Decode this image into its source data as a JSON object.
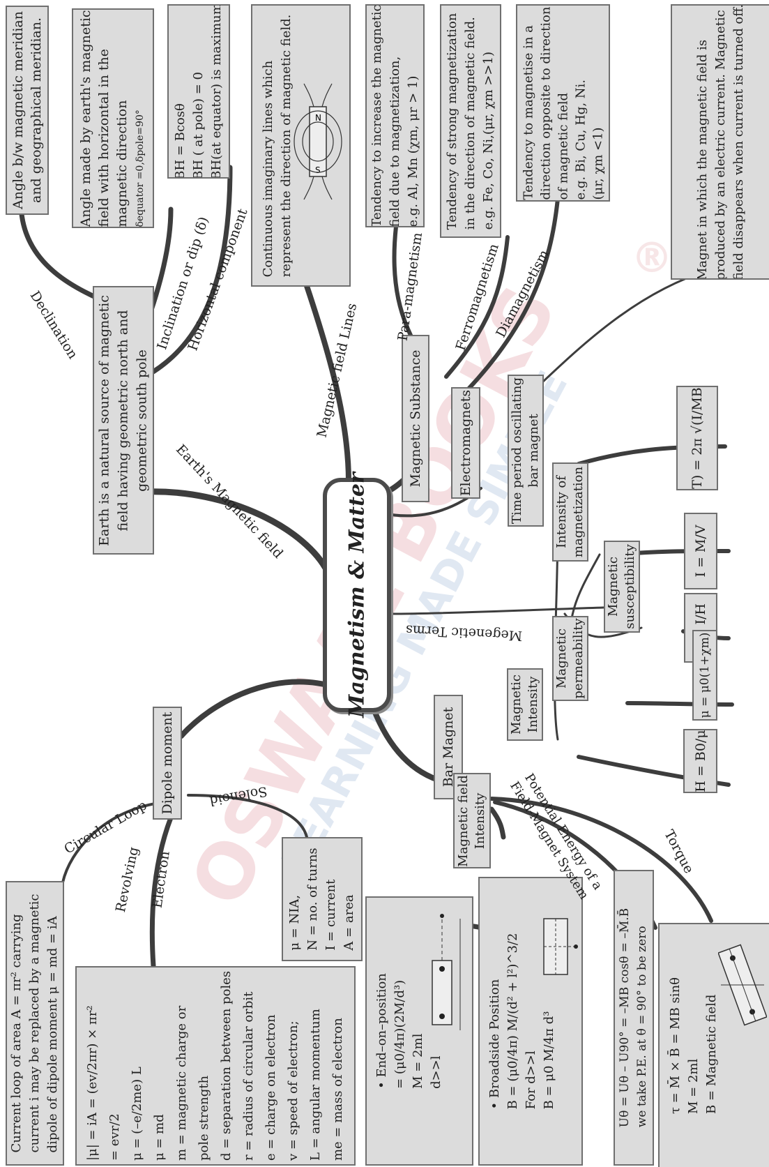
{
  "title": "Magnetism & Matter",
  "watermark": {
    "line1": "OSWAAL BOOKS",
    "line2": "LEARNING MADE SIMPLE",
    "reg": "®"
  },
  "branches": {
    "earth": "Earth's Magnetic field",
    "field_lines": "Magnetic field Lines",
    "substance": "Magnetic Substance",
    "electromagnets": "Electromagnets",
    "terms": "Megenetic Terms",
    "bar": "Bar Magnet",
    "dipole": "Dipole moment"
  },
  "earth": {
    "box": [
      "Earth is a natural source of magnetic",
      "field having geometric north and",
      "geometric south pole"
    ],
    "declination_label": "Declination",
    "declination_box": [
      "Angle b/w magnetic meridian",
      "and geographical meridian."
    ],
    "dip_label": "Inclination or dip (δ)",
    "dip_box": [
      "Angle made by earth's magnetic",
      "field with horizontal in the",
      "magnetic direction"
    ],
    "dip_sub": "δequator =0,δpole=90°",
    "horizontal_label": "Horizontal component",
    "horizontal_box": [
      "BH = Bcosθ",
      "BH ( at pole) = 0",
      "BH(at equator) is maximum"
    ]
  },
  "field_lines_box": [
    "Continuous  imaginary lines which",
    "represent the direction of magnetic field."
  ],
  "substance": {
    "para_label": "Para-magnetism",
    "para_box": [
      "Tendency to increase the magnetic",
      "field due to magnetization,",
      "e.g. Al, Mn (χm, μr > 1)"
    ],
    "ferro_label": "Ferromagnetism",
    "ferro_box": [
      "Tendency of strong magnetization",
      "in the direction of magnetic field.",
      "e.g. Fe, Co, Ni,(μr, χm >>1)"
    ],
    "dia_label": "Diamagnetism",
    "dia_box": [
      "Tendency to magnetise in a",
      "direction opposite to direction",
      "of magnetic field",
      "e.g. Bi, Cu, Hg, Ni.",
      "(μr, χm <1)"
    ]
  },
  "electromagnet_box": [
    "Magnet in which the magnetic field is",
    "produced by an electric current. Magnetic",
    "field disappears when current is turned off."
  ],
  "terms": {
    "time_period": [
      "Time period oscillating",
      "bar magnet"
    ],
    "time_formula": "(T) = 2π √(I/MB)",
    "intensity_mag": [
      "Intensity of",
      "magnetization"
    ],
    "intensity_formula": "I = M/V",
    "susceptibility": [
      "Magnetic",
      "susceptibility"
    ],
    "susceptibility_formula": "χ = I/H",
    "permeability": [
      "Magnetic",
      "permeability"
    ],
    "permeability_formula": "μ = μ0(1+χm)",
    "intensity": [
      "Magnetic",
      "Intensity"
    ],
    "intensity_formula_h": "H = B0/μ"
  },
  "bar": {
    "field_intensity": [
      "Magnetic field",
      "Intensity"
    ],
    "end_on": [
      "• End–on–position",
      "  = (μ0/4π)(2M/d³)",
      "  M = 2ml",
      "  d>>l"
    ],
    "broadside": [
      "• Broadside Position",
      "B = (μ0/4π) M/(d² + l²)^3/2",
      "For d>>l",
      "B = μ0 M/4π d³"
    ],
    "pe_label": [
      "Potential Energy of a",
      "Field-Magnet System"
    ],
    "pe_box": [
      "Uθ = Uθ – U90° = –MB cosθ = –M̄.B̄",
      "we take P.E. at θ = 90° to be zero"
    ],
    "torque_label": "Torque",
    "torque_box": [
      "τ = M̄ × B̄  = MB sinθ",
      "M = 2ml",
      "B = Magnetic field"
    ]
  },
  "dipole": {
    "circular_label": "Circular Loop",
    "circular_box": [
      "Current loop of area A = πr² carrying",
      "current i may be replaced by a magnetic",
      "dipole of dipole moment μ = md = iA"
    ],
    "revolving_label": "Revolving",
    "electron_label": "Electron",
    "electron_box": [
      "|μ| = iA = (ev/2πr) × πr²",
      "= evr/2",
      "μ = (–e/2me) L",
      "μ = md",
      "m = magnetic charge or",
      "      pole strength",
      "d = separation between poles",
      "r = radius of circular orbit",
      "e = charge on electron",
      "v = speed of electron;",
      "L = angular momentum",
      "me = mass of electron"
    ],
    "solenoid_label": "Solenoid",
    "solenoid_box": [
      "μ = NIA,",
      "N = no. of turns",
      "I = current",
      "A = area"
    ]
  }
}
